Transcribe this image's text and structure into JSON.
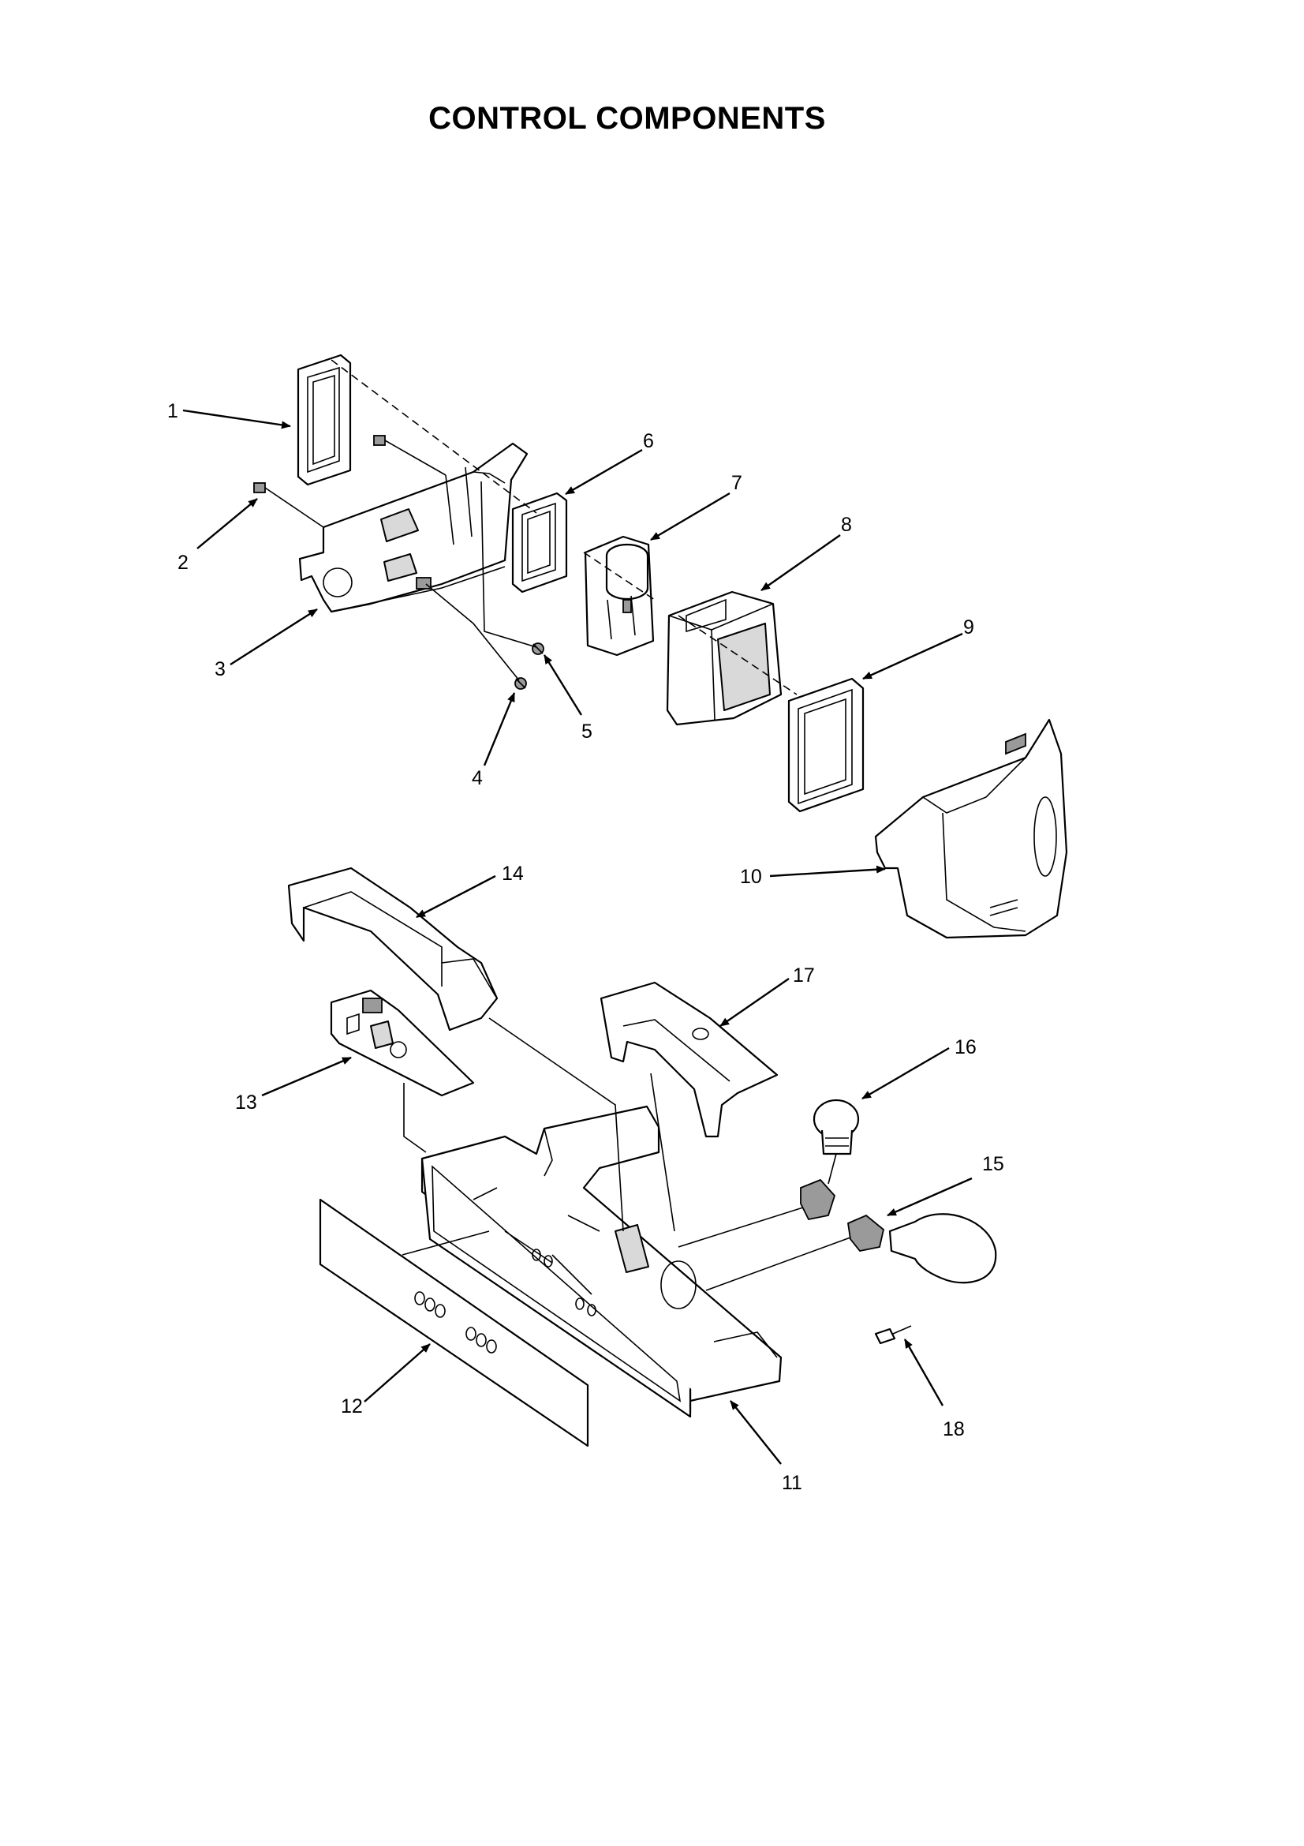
{
  "title": "CONTROL COMPONENTS",
  "callouts": [
    "1",
    "2",
    "3",
    "4",
    "5",
    "6",
    "7",
    "8",
    "9",
    "10",
    "11",
    "12",
    "13",
    "14",
    "15",
    "16",
    "17",
    "18"
  ]
}
